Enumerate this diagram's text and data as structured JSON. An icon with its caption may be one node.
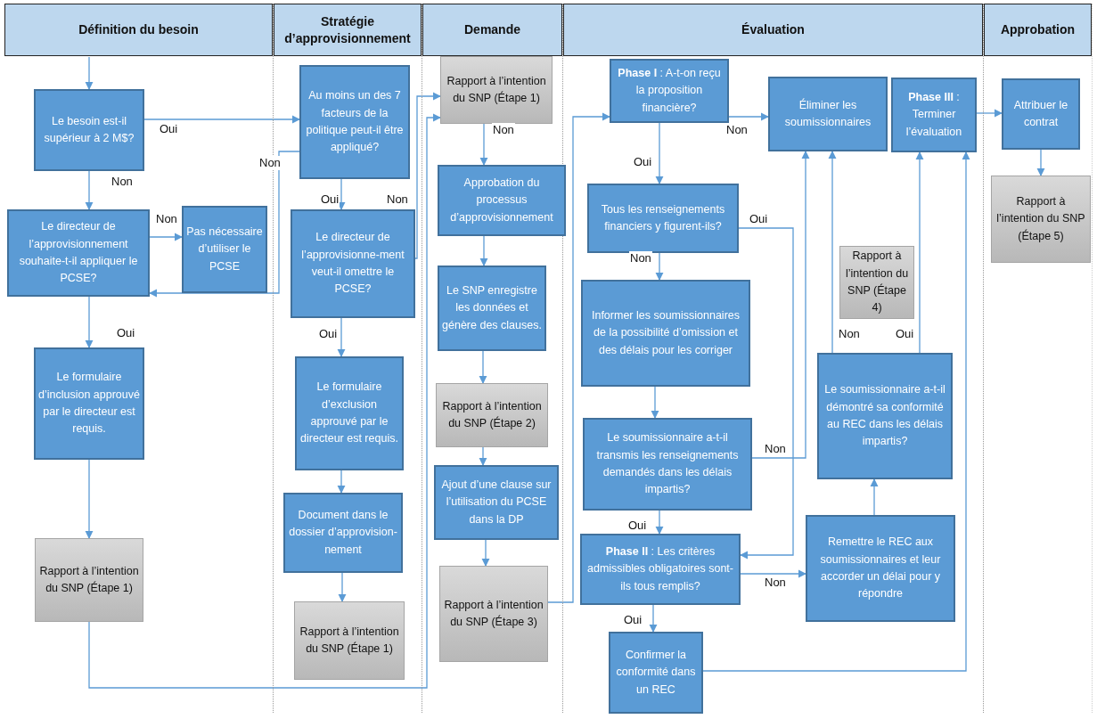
{
  "diagram": {
    "nodes": [
      {
        "text": [
          "Définition du besoin"
        ]
      },
      {
        "text": [
          "Stratégie d’approvisionnement"
        ]
      },
      {
        "text": [
          "Demande"
        ]
      },
      {
        "text": [
          "Évaluation"
        ]
      },
      {
        "text": [
          "Approbation"
        ]
      },
      {
        "text": [
          "Le besoin est-il supérieur à 2 M$?"
        ],
        "in": 0
      },
      {
        "text": [
          "Le directeur de l’approvisionnement souhaite-t-il appliquer le PCSE?"
        ],
        "in": 0
      },
      {
        "text": [
          "Pas nécessaire d’utiliser le PCSE"
        ],
        "in": 0
      },
      {
        "text": [
          "Le formulaire d’inclusion approuvé par le directeur est requis."
        ],
        "in": 0
      },
      {
        "text": [
          "Rapport à l’intention du SNP (Étape 1)"
        ],
        "in": 0
      },
      {
        "text": [
          "Au moins un des 7 facteurs de la politique peut-il être appliqué?"
        ],
        "in": 1
      },
      {
        "text": [
          "Le directeur de l’approvisionne-ment veut-il omettre le PCSE?"
        ],
        "in": 1
      },
      {
        "text": [
          "Le formulaire d’exclusion approuvé par le directeur est requis."
        ],
        "in": 1
      },
      {
        "text": [
          "Document dans le dossier d’approvision-nement"
        ],
        "in": 1
      },
      {
        "text": [
          "Rapport à l’intention du SNP (Étape 1)"
        ],
        "in": 1
      },
      {
        "text": [
          "Rapport à l’intention du SNP (Étape 1)"
        ],
        "in": 2
      },
      {
        "text": [
          "Approbation du processus d’approvisionnement"
        ],
        "in": 2
      },
      {
        "text": [
          "Le SNP enregistre les données et génère des clauses."
        ],
        "in": 2
      },
      {
        "text": [
          "Rapport à l’intention du SNP (Étape 2)"
        ],
        "in": 2
      },
      {
        "text": [
          "Ajout d’une clause sur l’utilisation du PCSE dans la DP"
        ],
        "in": 2
      },
      {
        "text": [
          "Rapport à l’intention du SNP (Étape 3)"
        ],
        "in": 2
      },
      {
        "text": [
          "**Phase I** : A-t-on reçu la proposition financière?"
        ],
        "in": 3
      },
      {
        "text": [
          "Éliminer les soumissionnaires"
        ],
        "in": 3
      },
      {
        "text": [
          "**Phase III** : Terminer l’évaluation"
        ],
        "in": 3
      },
      {
        "text": [
          "Tous les renseignements financiers y figurent-ils?"
        ],
        "in": 3
      },
      {
        "text": [
          "Informer les soumissionnaires de la possibilité d’omission et des délais pour les corriger"
        ],
        "in": 3
      },
      {
        "text": [
          "Rapport à l’intention du SNP (Étape 4)"
        ],
        "in": 3
      },
      {
        "text": [
          "Le soumissionnaire a-t-il transmis les renseignements demandés dans les délais impartis?"
        ],
        "in": 3
      },
      {
        "text": [
          "Le soumissionnaire a-t-il démontré sa conformité au REC dans les délais impartis?"
        ],
        "in": 3
      },
      {
        "text": [
          "**Phase II** : Les critères admissibles obligatoires sont-ils tous remplis?"
        ],
        "in": 3
      },
      {
        "text": [
          "Remettre le REC aux soumissionnaires et leur accorder un délai pour y répondre"
        ],
        "in": 3
      },
      {
        "text": [
          "Confirmer la conformité dans un REC"
        ],
        "in": 3
      },
      {
        "text": [
          "Attribuer le contrat"
        ],
        "in": 4
      },
      {
        "text": [
          "Rapport à l’intention du SNP (Étape 5)"
        ],
        "in": 4
      }
    ],
    "edges": [
      {
        "from": null,
        "to": 5,
        "arrow": "to"
      },
      {
        "from": 5,
        "to": 10,
        "label": "Oui",
        "arrow": "to"
      },
      {
        "from": 5,
        "to": 6,
        "label": "Non",
        "arrow": "to"
      },
      {
        "from": 6,
        "to": 7,
        "label": "Non",
        "arrow": "to"
      },
      {
        "from": 6,
        "to": 8,
        "label": "Oui",
        "arrow": "to"
      },
      {
        "from": 8,
        "to": 9,
        "arrow": "to"
      },
      {
        "from": 10,
        "to": 6,
        "label": "Non",
        "arrow": "to"
      },
      {
        "from": 10,
        "to": 11,
        "label": "Oui",
        "arrow": "to"
      },
      {
        "from": 11,
        "to": 15,
        "label": "Non",
        "arrow": "to"
      },
      {
        "from": 11,
        "to": 12,
        "label": "Oui",
        "arrow": "to"
      },
      {
        "from": 12,
        "to": 13,
        "arrow": "to"
      },
      {
        "from": 13,
        "to": 14,
        "arrow": "to"
      },
      {
        "from": 9,
        "to": 15,
        "arrow": "to"
      },
      {
        "from": 15,
        "to": 16,
        "label": "Non",
        "arrow": "to"
      },
      {
        "from": 16,
        "to": 17,
        "arrow": "to"
      },
      {
        "from": 17,
        "to": 18,
        "arrow": "to"
      },
      {
        "from": 18,
        "to": 19,
        "arrow": "to"
      },
      {
        "from": 19,
        "to": 20,
        "arrow": "to"
      },
      {
        "from": 20,
        "to": 21,
        "arrow": "to"
      },
      {
        "from": 21,
        "to": 22,
        "label": "Non",
        "arrow": "to"
      },
      {
        "from": 21,
        "to": 24,
        "label": "Oui",
        "arrow": "to"
      },
      {
        "from": 24,
        "to": 29,
        "label": "Oui",
        "arrow": "to"
      },
      {
        "from": 24,
        "to": 25,
        "label": "Non",
        "arrow": "to"
      },
      {
        "from": 25,
        "to": 27,
        "arrow": "to"
      },
      {
        "from": 27,
        "to": 22,
        "label": "Non",
        "arrow": "to"
      },
      {
        "from": 27,
        "to": 29,
        "label": "Oui",
        "arrow": "to"
      },
      {
        "from": 29,
        "to": 30,
        "label": "Non",
        "arrow": "to"
      },
      {
        "from": 29,
        "to": 31,
        "label": "Oui",
        "arrow": "to"
      },
      {
        "from": 30,
        "to": 28,
        "arrow": "to"
      },
      {
        "from": 28,
        "to": 22,
        "label": "Non",
        "arrow": "to"
      },
      {
        "from": 28,
        "to": 23,
        "label": "Oui",
        "arrow": "to"
      },
      {
        "from": 31,
        "to": 23,
        "arrow": "to"
      },
      {
        "from": 23,
        "to": 32,
        "arrow": "to"
      },
      {
        "from": 32,
        "to": 33,
        "arrow": "to"
      }
    ]
  }
}
